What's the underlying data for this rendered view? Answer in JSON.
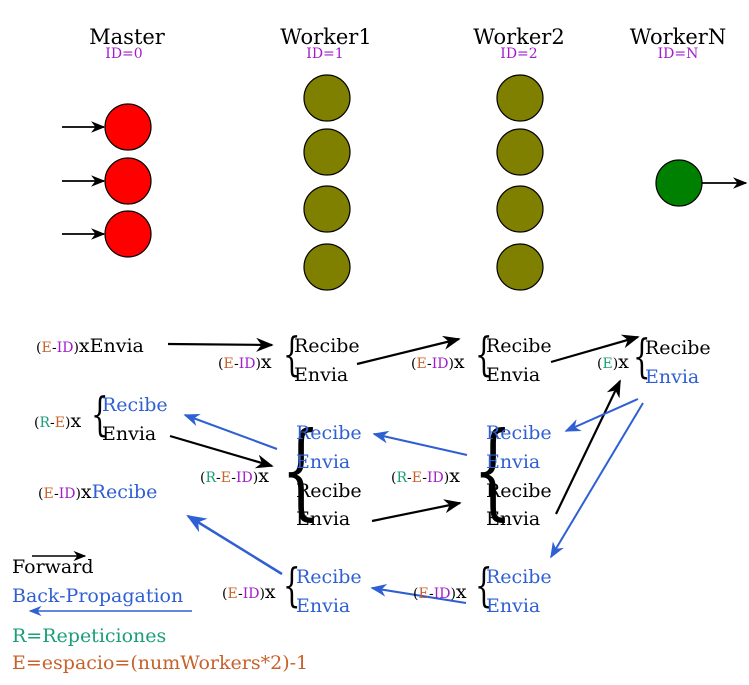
{
  "colors": {
    "black": "#000000",
    "blue": "#2e5fd3",
    "green": "#1a9e78",
    "orange": "#c8602a",
    "purple": "#a21cce",
    "red": "#ff0000",
    "olive": "#7f7f00",
    "dark_green": "#008000"
  },
  "nodes": [
    {
      "title": "Master",
      "id_label": "ID=0",
      "neuron_count": 3,
      "color": "#ff0000"
    },
    {
      "title": "Worker1",
      "id_label": "ID=1",
      "neuron_count": 4,
      "color": "#7f7f00"
    },
    {
      "title": "Worker2",
      "id_label": "ID=2",
      "neuron_count": 4,
      "color": "#7f7f00"
    },
    {
      "title": "WorkerN",
      "id_label": "ID=N",
      "neuron_count": 1,
      "color": "#008000"
    }
  ],
  "labels": {
    "E": "E",
    "ID": "ID",
    "R": "R",
    "dash": "-",
    "open": "(",
    "close": ")",
    "x": "x",
    "envia": "Envia",
    "recibe": "Recibe"
  },
  "legend": {
    "forward": "Forward",
    "backprop": "Back-Propagation",
    "r_def": "R=Repeticiones",
    "e_def": "E=espacio=(numWorkers*2)-1"
  }
}
